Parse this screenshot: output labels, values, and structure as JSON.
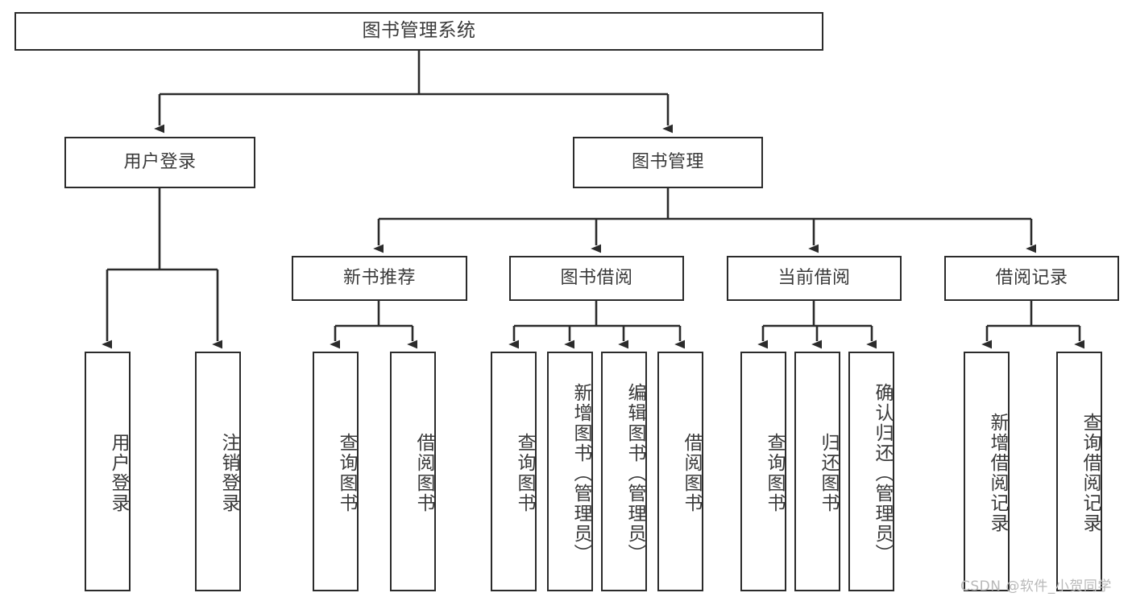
{
  "diagram": {
    "type": "tree",
    "title": "图书管理系统",
    "root": {
      "label": "图书管理系统"
    },
    "level2": [
      {
        "label": "用户登录"
      },
      {
        "label": "图书管理"
      }
    ],
    "level3": [
      {
        "label": "新书推荐"
      },
      {
        "label": "图书借阅"
      },
      {
        "label": "当前借阅"
      },
      {
        "label": "借阅记录"
      }
    ],
    "leaves": {
      "user_login": [
        {
          "label": "用户登录"
        },
        {
          "label": "注销登录"
        }
      ],
      "new_book": [
        {
          "label": "查询图书"
        },
        {
          "label": "借阅图书"
        }
      ],
      "book_borrow": [
        {
          "label": "查询图书"
        },
        {
          "label": "新增图书（管理员）"
        },
        {
          "label": "编辑图书（管理员）"
        },
        {
          "label": "借阅图书"
        }
      ],
      "current_borrow": [
        {
          "label": "查询图书"
        },
        {
          "label": "归还图书"
        },
        {
          "label": "确认归还（管理员）"
        }
      ],
      "borrow_record": [
        {
          "label": "新增借阅记录"
        },
        {
          "label": "查询借阅记录"
        }
      ]
    }
  },
  "watermark": {
    "text": "CSDN @软件_小贺同学"
  },
  "colors": {
    "stroke": "#2b2b2b",
    "text": "#3a3a3a",
    "background": "#ffffff",
    "watermark": "#b9b9b9"
  }
}
